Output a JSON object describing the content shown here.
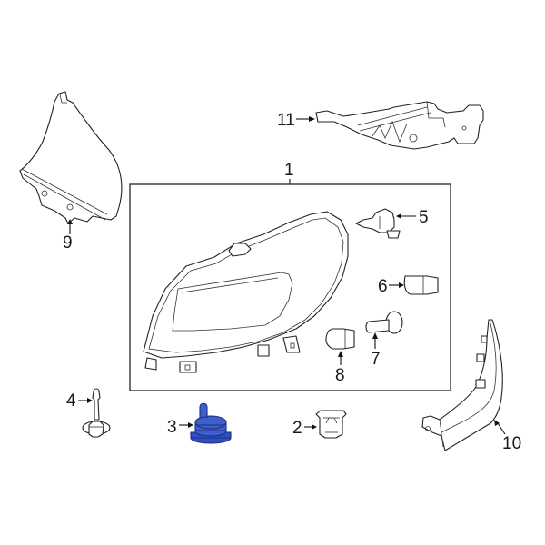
{
  "diagram": {
    "title": "Headlamp components exploded parts diagram",
    "highlight_color": "#3050c0",
    "callouts": [
      {
        "id": "1",
        "label": "1",
        "part": "headlamp-assembly"
      },
      {
        "id": "2",
        "label": "2",
        "part": "retainer-clip"
      },
      {
        "id": "3",
        "label": "3",
        "part": "grommet-nut",
        "highlighted": true
      },
      {
        "id": "4",
        "label": "4",
        "part": "stud-bolt"
      },
      {
        "id": "5",
        "label": "5",
        "part": "headlamp-bulb"
      },
      {
        "id": "6",
        "label": "6",
        "part": "turn-signal-bulb"
      },
      {
        "id": "7",
        "label": "7",
        "part": "bulb-socket"
      },
      {
        "id": "8",
        "label": "8",
        "part": "side-marker-bulb"
      },
      {
        "id": "9",
        "label": "9",
        "part": "side-panel-filler"
      },
      {
        "id": "10",
        "label": "10",
        "part": "headlamp-trim-molding"
      },
      {
        "id": "11",
        "label": "11",
        "part": "headlamp-mounting-bracket"
      }
    ]
  }
}
